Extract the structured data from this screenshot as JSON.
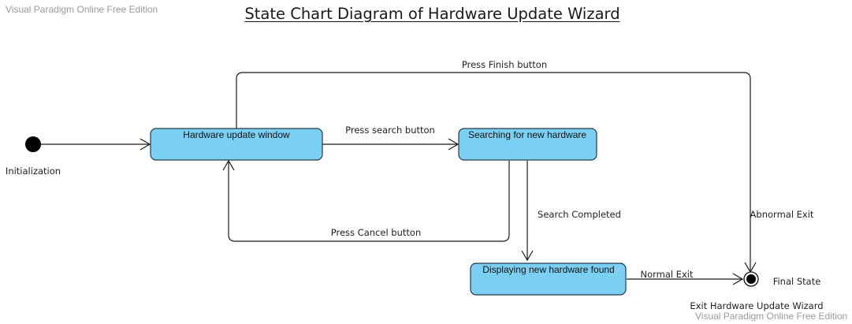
{
  "watermark": {
    "top": "Visual Paradigm Online Free Edition",
    "bottom": "Visual Paradigm Online Free Edition"
  },
  "title": "State Chart Diagram of Hardware Update Wizard",
  "colors": {
    "state_fill": "#7acff3",
    "state_stroke": "#2a3a44",
    "line": "#1a1a1a"
  },
  "initial_state": {
    "label": "Initialization"
  },
  "final_state": {
    "label": "Final State",
    "caption": "Exit Hardware Update Wizard"
  },
  "states": {
    "hardware_update_window": "Hardware update window",
    "searching": "Searching for new hardware",
    "displaying": "Displaying new hardware found"
  },
  "transitions": {
    "press_search": "Press search button",
    "press_finish": "Press Finish button",
    "press_cancel": "Press Cancel button",
    "search_completed": "Search Completed",
    "abnormal_exit": "Abnormal Exit",
    "normal_exit": "Normal Exit"
  }
}
